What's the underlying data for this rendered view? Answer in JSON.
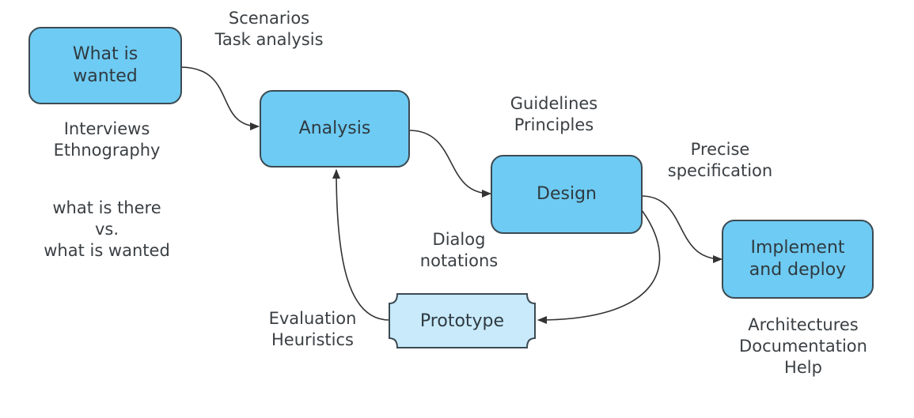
{
  "nodes": {
    "wanted": "What is wanted",
    "wanted_l1": "What is",
    "wanted_l2": "wanted",
    "analysis": "Analysis",
    "design": "Design",
    "implement_l1": "Implement",
    "implement_l2": "and deploy",
    "prototype": "Prototype"
  },
  "annotations": {
    "scenarios": [
      "Scenarios",
      "Task analysis"
    ],
    "interviews": [
      "Interviews",
      "Ethnography"
    ],
    "comparison": [
      "what is there",
      "vs.",
      "what is wanted"
    ],
    "guidelines": [
      "Guidelines",
      "Principles"
    ],
    "precise": [
      "Precise",
      "specification"
    ],
    "dialog": [
      "Dialog",
      "notations"
    ],
    "evaluation": [
      "Evaluation",
      "Heuristics"
    ],
    "architectures": [
      "Architectures",
      "Documentation",
      "Help"
    ]
  },
  "colors": {
    "box_fill": "#6ecbf3",
    "prototype_fill": "#c8eafb",
    "stroke": "#3c4a52"
  }
}
